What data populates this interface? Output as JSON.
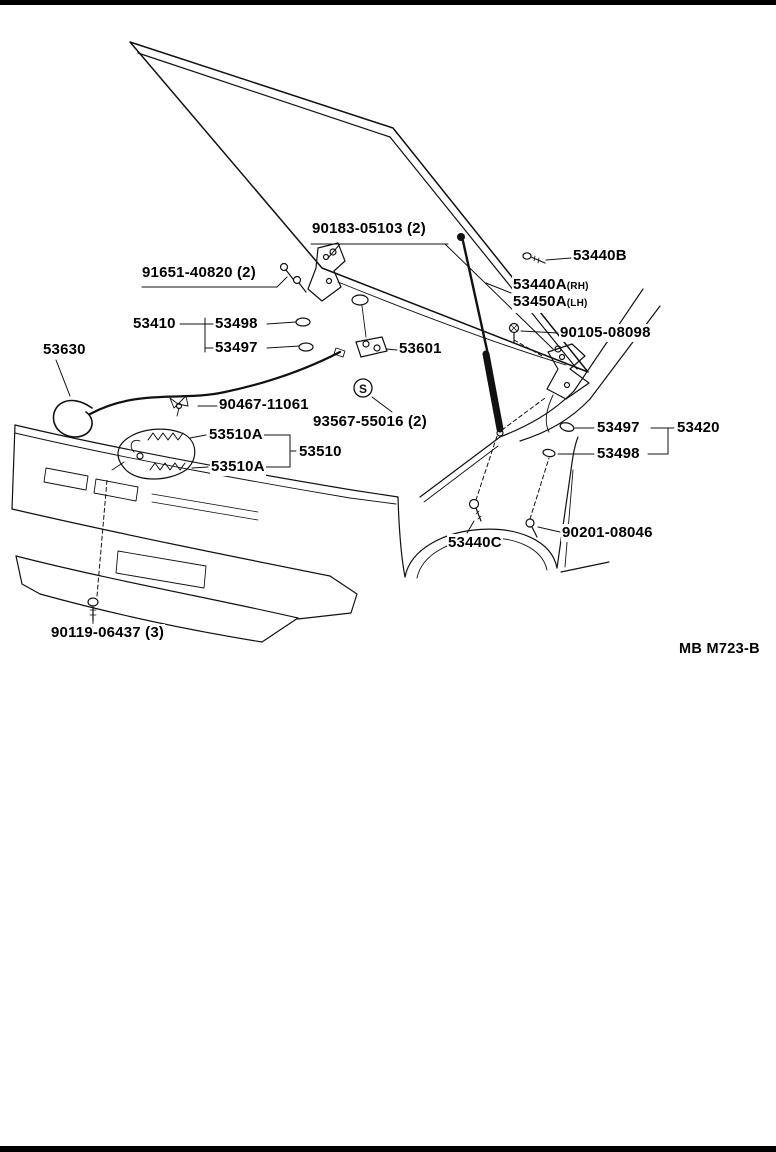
{
  "page": {
    "frame_color": "#000000",
    "background": "#ffffff"
  },
  "diagram": {
    "drawing_code": "MB M723-B",
    "standard_part_symbol": "S"
  },
  "labels": {
    "l90183": "90183-05103 (2)",
    "l91651": "91651-40820 (2)",
    "l53440B": "53440B",
    "l53440A": "53440A",
    "l53440A_side": "(RH)",
    "l53450A": "53450A",
    "l53450A_side": "(LH)",
    "l53410": "53410",
    "l53498_left": "53498",
    "l53497_left": "53497",
    "l90105": "90105-08098",
    "l53630": "53630",
    "l53601": "53601",
    "l90467": "90467-11061",
    "l93567": "93567-55016 (2)",
    "l53510A_upper": "53510A",
    "l53510": "53510",
    "l53510A_lower": "53510A",
    "l53497_right": "53497",
    "l53420": "53420",
    "l53498_right": "53498",
    "l53440C": "53440C",
    "l90201": "90201-08046",
    "l90119": "90119-06437 (3)"
  }
}
